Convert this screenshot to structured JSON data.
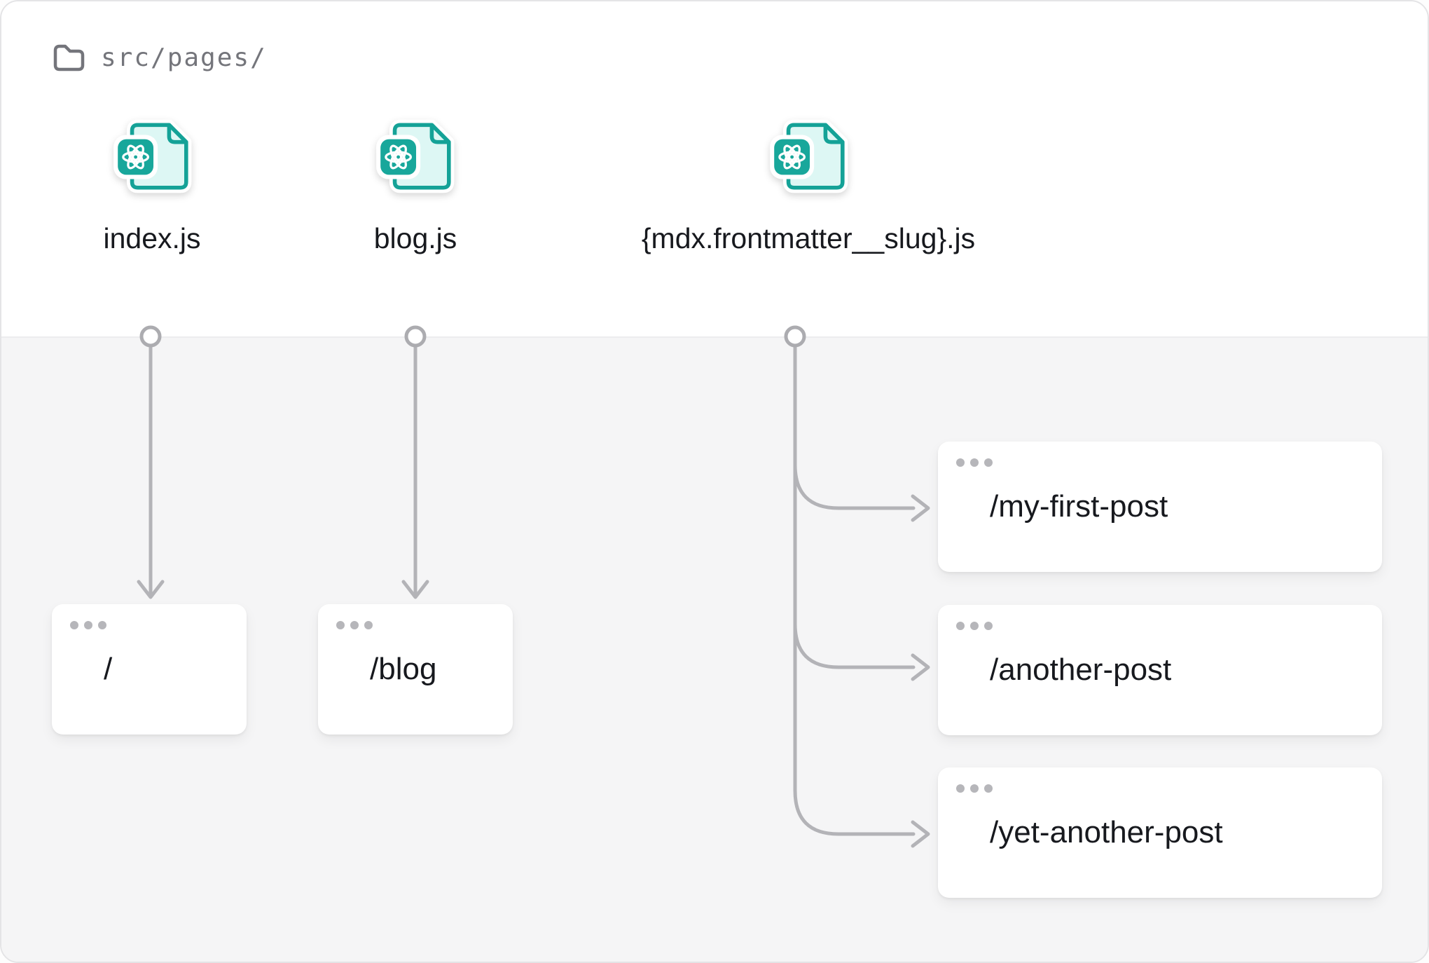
{
  "diagram": {
    "folder_label": "src/pages/",
    "files": [
      {
        "name": "index.js"
      },
      {
        "name": "blog.js"
      },
      {
        "name": "{mdx.frontmatter__slug}.js"
      }
    ],
    "browser_cards": [
      {
        "route": "/"
      },
      {
        "route": "/blog"
      },
      {
        "route": "/my-first-post"
      },
      {
        "route": "/another-post"
      },
      {
        "route": "/yet-another-post"
      }
    ],
    "icons": {
      "folder": "folder-icon",
      "file": "react-file-icon",
      "window_dots": "window-dots-icon"
    },
    "colors": {
      "teal": "#14a297",
      "teal_badge": "#18a79b",
      "teal_fill": "#ddf7f4",
      "line_gray": "#b3b3b7",
      "text_dark": "#17191e",
      "muted_gray": "#74757b",
      "panel_bottom": "#f5f5f6"
    }
  }
}
